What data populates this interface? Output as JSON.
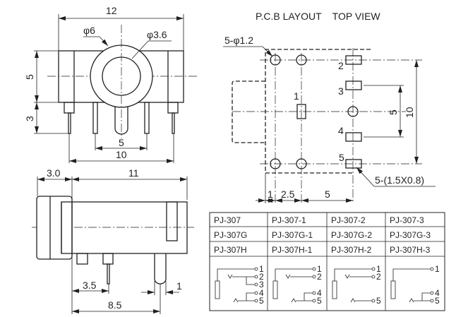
{
  "front_view": {
    "width_dim": "12",
    "outer_dia": "φ6",
    "inner_dia": "φ3.6",
    "height_dim": "5",
    "pin_len_dim": "3",
    "pin_pitch_dim": "5",
    "pin_span_dim": "10"
  },
  "side_view": {
    "cap_dim": "3.0",
    "body_len_dim": "11",
    "pin_offset_dim": "3.5",
    "rear_pin_dim": "8.5",
    "pin_width_dim": "1"
  },
  "pcb_layout": {
    "title": "P.C.B LAYOUT    TOP VIEW",
    "holes_label": "5-φ1.2",
    "pads_label": "5-(1.5X0.8)",
    "pin_labels": [
      "1",
      "2",
      "3",
      "4",
      "5"
    ],
    "dim_outer": "10",
    "dim_inner": "5",
    "dim_x": [
      "1",
      "2.5",
      "5"
    ]
  },
  "model_table": {
    "rows": [
      [
        "PJ-307",
        "PJ-307-1",
        "PJ-307-2",
        "PJ-307-3"
      ],
      [
        "PJ-307G",
        "PJ-307G-1",
        "PJ-307G-2",
        "PJ-307G-3"
      ],
      [
        "PJ-307H",
        "PJ-307H-1",
        "PJ-307H-2",
        "PJ-307H-3"
      ]
    ],
    "schematic_terminals": [
      [
        "1",
        "2",
        "3",
        "4",
        "5"
      ],
      [
        "1",
        "2",
        "4",
        "5"
      ],
      [
        "1",
        "2",
        "5"
      ],
      [
        "1",
        "4",
        "5"
      ]
    ]
  }
}
